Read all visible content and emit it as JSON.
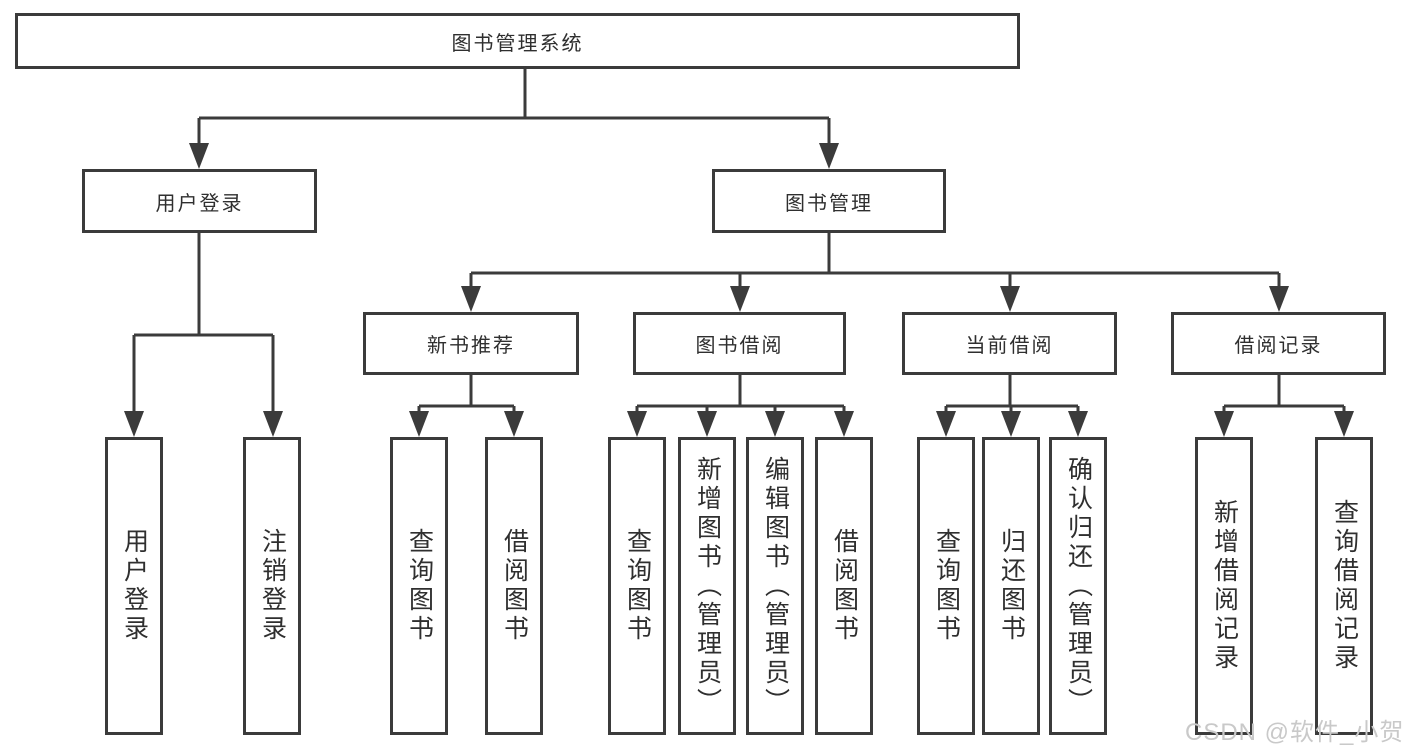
{
  "tree": {
    "root": "图书管理系统",
    "branches": [
      {
        "label": "用户登录",
        "children": [
          "用户登录",
          "注销登录"
        ]
      },
      {
        "label": "图书管理",
        "children": [
          {
            "label": "新书推荐",
            "children": [
              "查询图书",
              "借阅图书"
            ]
          },
          {
            "label": "图书借阅",
            "children": [
              "查询图书",
              "新增图书（管理员）",
              "编辑图书（管理员）",
              "借阅图书"
            ]
          },
          {
            "label": "当前借阅",
            "children": [
              "查询图书",
              "归还图书",
              "确认归还（管理员）"
            ]
          },
          {
            "label": "借阅记录",
            "children": [
              "新增借阅记录",
              "查询借阅记录"
            ]
          }
        ]
      }
    ]
  },
  "watermark": {
    "text": "CSDN @软件_小贺同学"
  },
  "colors": {
    "line": "#3b3b3b",
    "text": "#2f2f2f",
    "background": "#ffffff",
    "watermark": "#c9c9c9"
  }
}
